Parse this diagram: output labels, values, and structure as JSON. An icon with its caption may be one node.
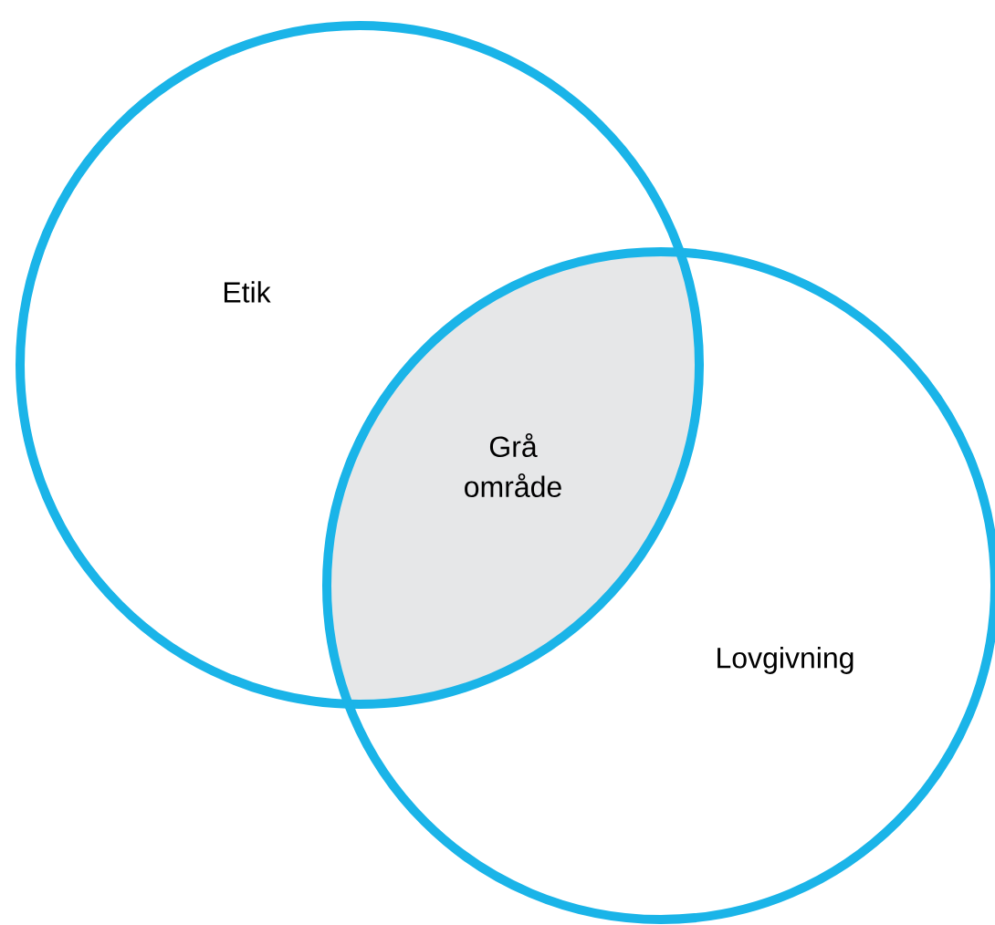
{
  "diagram": {
    "nodes": [
      {
        "text": [
          "Etik"
        ]
      },
      {
        "text": [
          "Lovgivning"
        ]
      },
      {
        "text": [
          "Grå område"
        ]
      }
    ]
  }
}
